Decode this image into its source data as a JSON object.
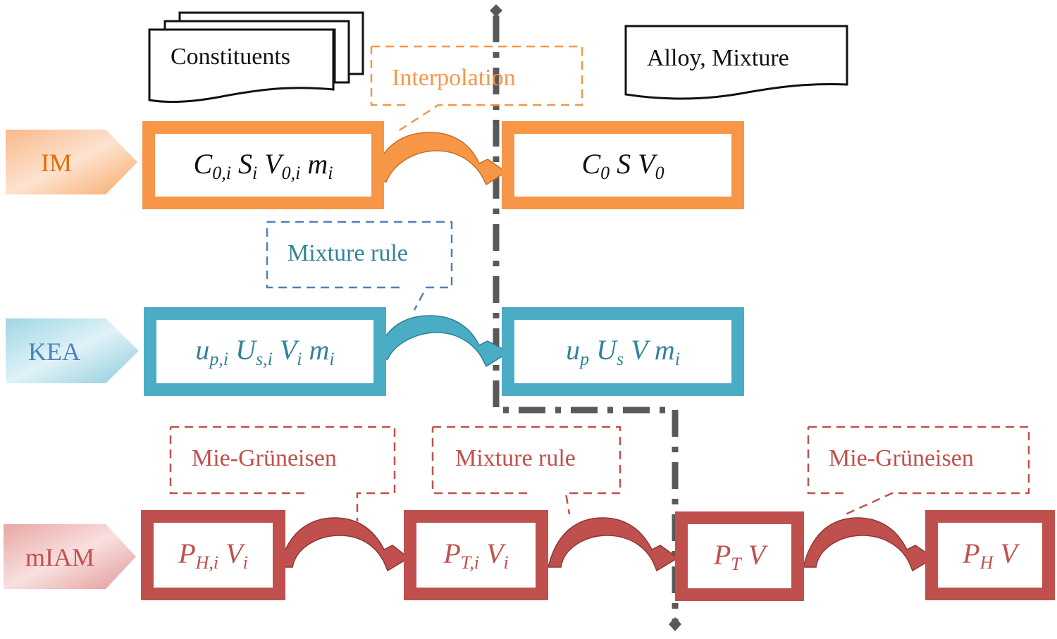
{
  "colors": {
    "im": "#f79646",
    "kea": "#4bacc6",
    "kea_text": "#31849b",
    "kea_tag_text": "#4f81bd",
    "kea_callout": "#4f81bd",
    "miam": "#c0504d",
    "separator": "#595959"
  },
  "headers": {
    "constituents": "Constituents",
    "alloy_mixture": "Alloy, Mixture"
  },
  "rows": [
    {
      "tag": "IM",
      "input": {
        "parts": [
          [
            "C",
            "0,i"
          ],
          [
            "S",
            "i"
          ],
          [
            "V",
            "0,i"
          ],
          [
            "m",
            "i"
          ]
        ]
      },
      "callout": "Interpolation",
      "output": {
        "parts": [
          [
            "C",
            "0"
          ],
          [
            "S",
            ""
          ],
          [
            "V",
            "0"
          ]
        ]
      }
    },
    {
      "tag": "KEA",
      "input": {
        "parts": [
          [
            "u",
            "p,i"
          ],
          [
            "U",
            "s,i"
          ],
          [
            "V",
            "i"
          ],
          [
            "m",
            "i"
          ]
        ]
      },
      "callout": "Mixture rule",
      "output": {
        "parts": [
          [
            "u",
            "p"
          ],
          [
            "U",
            "s"
          ],
          [
            "V",
            ""
          ],
          [
            "m",
            "i"
          ]
        ]
      }
    },
    {
      "tag": "mIAM",
      "steps": [
        {
          "parts": [
            [
              "P",
              "H,i"
            ],
            [
              "V",
              "i"
            ]
          ]
        },
        {
          "parts": [
            [
              "P",
              "T,i"
            ],
            [
              "V",
              "i"
            ]
          ]
        },
        {
          "parts": [
            [
              "P",
              "T"
            ],
            [
              "V",
              ""
            ]
          ]
        },
        {
          "parts": [
            [
              "P",
              "H"
            ],
            [
              "V",
              ""
            ]
          ]
        }
      ],
      "callouts": [
        "Mie-Grüneisen",
        "Mixture rule",
        "Mie-Grüneisen"
      ]
    }
  ]
}
